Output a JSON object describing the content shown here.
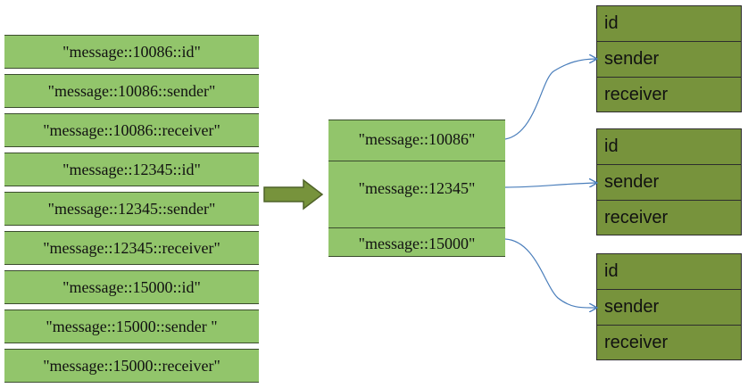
{
  "keys": [
    "\"message::10086::id\"",
    "\"message::10086::sender\"",
    "\"message::10086::receiver\"",
    "\"message::12345::id\"",
    "\"message::12345::sender\"",
    "\"message::12345::receiver\"",
    "\"message::15000::id\"",
    "\"message::15000::sender \"",
    "\"message::15000::receiver\""
  ],
  "hashes": [
    "\"message::10086\"",
    "\"message::12345\"",
    "\"message::15000\""
  ],
  "tables": [
    {
      "fields": [
        "id",
        "sender",
        "receiver"
      ]
    },
    {
      "fields": [
        "id",
        "sender",
        "receiver"
      ]
    },
    {
      "fields": [
        "id",
        "sender",
        "receiver"
      ]
    }
  ],
  "colors": {
    "key_fill": "#92c56b",
    "table_fill": "#77933c",
    "arrow_fill": "#77933c",
    "connector": "#4a7ebb"
  }
}
